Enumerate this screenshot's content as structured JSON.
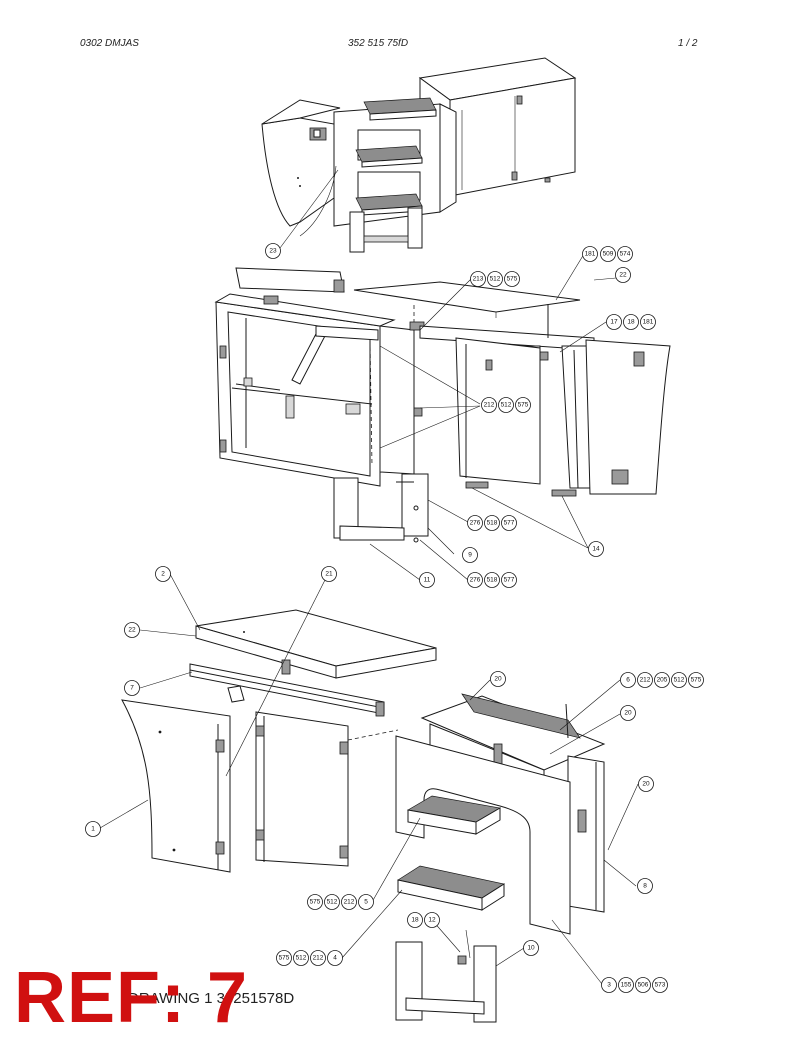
{
  "header": {
    "left": "0302 DMJAS",
    "center": "352 515 75fD",
    "right": "1 /   2"
  },
  "callouts": [
    {
      "id": "c23",
      "labels": [
        "23"
      ]
    },
    {
      "id": "c181a",
      "labels": [
        "181",
        "509",
        "574"
      ]
    },
    {
      "id": "c22a",
      "labels": [
        "22"
      ]
    },
    {
      "id": "c213",
      "labels": [
        "213",
        "512",
        "575"
      ]
    },
    {
      "id": "c17",
      "labels": [
        "17",
        "18",
        "181"
      ]
    },
    {
      "id": "c212",
      "labels": [
        "212",
        "512",
        "575"
      ]
    },
    {
      "id": "c276a",
      "labels": [
        "276",
        "518",
        "577"
      ]
    },
    {
      "id": "c9",
      "labels": [
        "9"
      ]
    },
    {
      "id": "c14",
      "labels": [
        "14"
      ]
    },
    {
      "id": "c11",
      "labels": [
        "11"
      ]
    },
    {
      "id": "c276b",
      "labels": [
        "276",
        "518",
        "577"
      ]
    },
    {
      "id": "c2",
      "labels": [
        "2"
      ]
    },
    {
      "id": "c21",
      "labels": [
        "21"
      ]
    },
    {
      "id": "c22b",
      "labels": [
        "22"
      ]
    },
    {
      "id": "c7",
      "labels": [
        "7"
      ]
    },
    {
      "id": "c20a",
      "labels": [
        "20"
      ]
    },
    {
      "id": "c6",
      "labels": [
        "6",
        "212",
        "205",
        "512",
        "575"
      ]
    },
    {
      "id": "c20b",
      "labels": [
        "20"
      ]
    },
    {
      "id": "c20c",
      "labels": [
        "20"
      ]
    },
    {
      "id": "c1",
      "labels": [
        "1"
      ]
    },
    {
      "id": "c8",
      "labels": [
        "8"
      ]
    },
    {
      "id": "c5",
      "labels": [
        "575",
        "512",
        "212",
        "5"
      ]
    },
    {
      "id": "c18",
      "labels": [
        "18",
        "12"
      ]
    },
    {
      "id": "c10",
      "labels": [
        "10"
      ]
    },
    {
      "id": "c4",
      "labels": [
        "575",
        "512",
        "212",
        "4"
      ]
    },
    {
      "id": "c3",
      "labels": [
        "3",
        "155",
        "506",
        "573"
      ]
    }
  ],
  "ref_label": "REF: 7",
  "drawing_label": "DRAWING 1 35251578D"
}
